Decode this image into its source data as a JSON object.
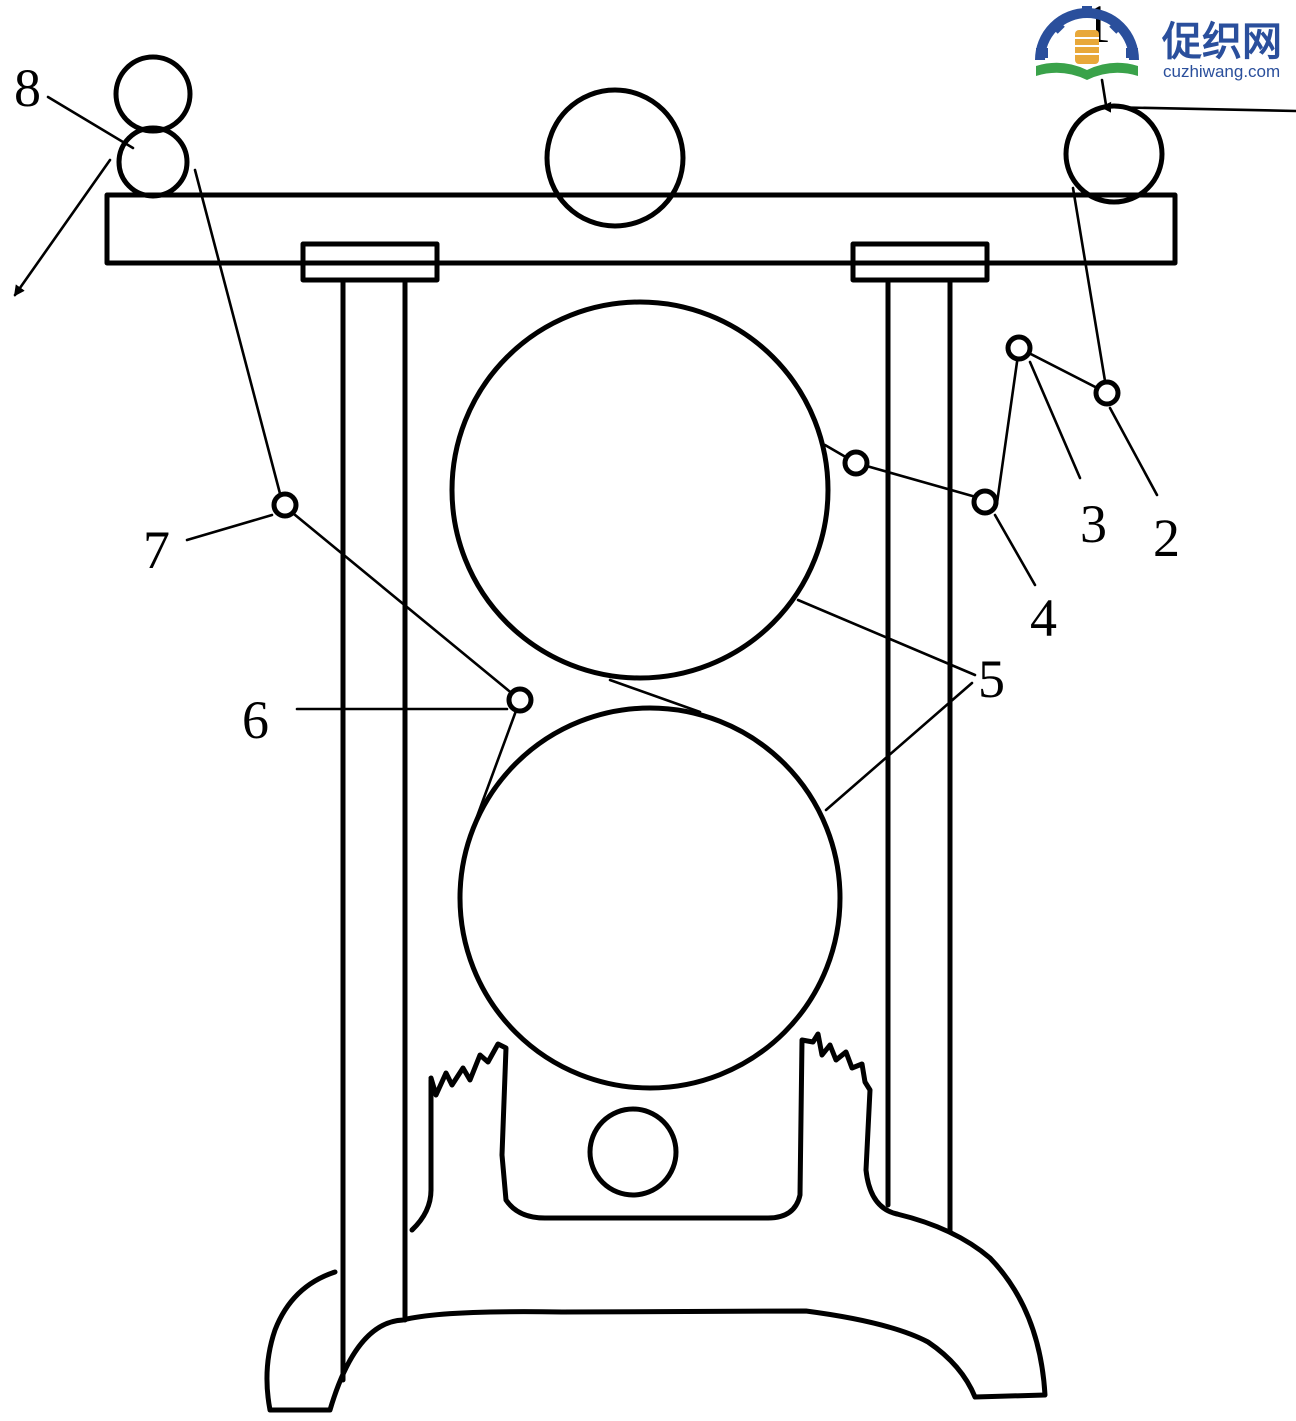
{
  "labels": {
    "l1": "1",
    "l2": "2",
    "l3": "3",
    "l4": "4",
    "l5": "5",
    "l6": "6",
    "l7": "7",
    "l8": "8"
  },
  "watermark": {
    "name_cn": "促织网",
    "domain": "cuzhiwang.com",
    "colors": {
      "text": "#2a4f9c",
      "gear": "#2a4f9c",
      "spool": "#e8a83a",
      "book": "#3aa24a"
    }
  }
}
